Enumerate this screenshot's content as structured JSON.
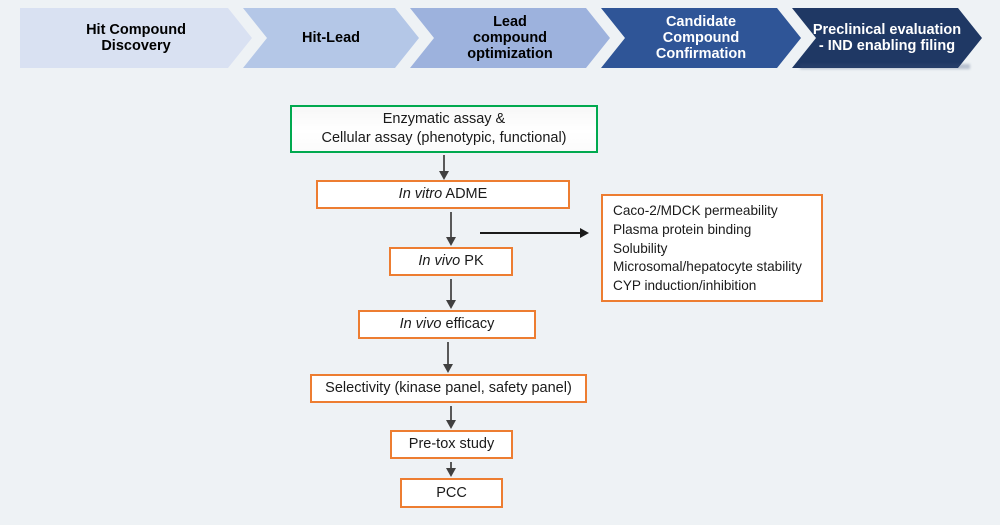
{
  "theme": {
    "background": "#eef2f5",
    "stage_colors": [
      "#d9e1f2",
      "#b4c7e7",
      "#9db2dd",
      "#2f5597",
      "#1f3864"
    ],
    "accent_orange": "#ed7d31",
    "accent_green": "#00a94f",
    "arrow_color": "#404040"
  },
  "stage_banner": {
    "name": "drug-discovery-stage-banner",
    "stages": [
      {
        "label": "Hit Compound\nDiscovery",
        "lines": [
          "Hit Compound",
          "Discovery"
        ],
        "fill": "#d9e1f2",
        "text_color": "#000000"
      },
      {
        "label": "Hit-Lead",
        "lines": [
          "Hit-Lead"
        ],
        "fill": "#b4c7e7",
        "text_color": "#000000"
      },
      {
        "label": "Lead compound optimization",
        "lines": [
          "Lead",
          "compound",
          "optimization"
        ],
        "fill": "#9db2dd",
        "text_color": "#000000"
      },
      {
        "label": "Candidate Compound Confirmation",
        "lines": [
          "Candidate",
          "Compound",
          "Confirmation"
        ],
        "fill": "#2f5597",
        "text_color": "#ffffff"
      },
      {
        "label": "Preclinical evaluation - IND enabling filing",
        "lines": [
          "Preclinical evaluation",
          "- IND enabling filing"
        ],
        "fill": "#1f3864",
        "text_color": "#ffffff"
      }
    ]
  },
  "flow": {
    "assay": {
      "line1": "Enzymatic assay &",
      "line2": "Cellular assay (phenotypic, functional)",
      "border": "#00a94f"
    },
    "in_vitro_adme": {
      "italic": "In vitro",
      "rest": " ADME",
      "border": "#ed7d31"
    },
    "in_vivo_pk": {
      "italic": "In vivo",
      "rest": " PK",
      "border": "#ed7d31"
    },
    "in_vivo_efficacy": {
      "italic": "In vivo",
      "rest": " efficacy",
      "border": "#ed7d31"
    },
    "selectivity": {
      "label": "Selectivity (kinase panel, safety panel)",
      "border": "#ed7d31"
    },
    "pretox": {
      "label": "Pre-tox study",
      "border": "#ed7d31"
    },
    "pcc": {
      "label": "PCC",
      "border": "#ed7d31"
    }
  },
  "side_panel": {
    "name": "adme-assay-list",
    "border": "#ed7d31",
    "items": [
      "Caco-2/MDCK permeability",
      "Plasma protein binding",
      "Solubility",
      "Microsomal/hepatocyte stability",
      "CYP induction/inhibition"
    ]
  }
}
